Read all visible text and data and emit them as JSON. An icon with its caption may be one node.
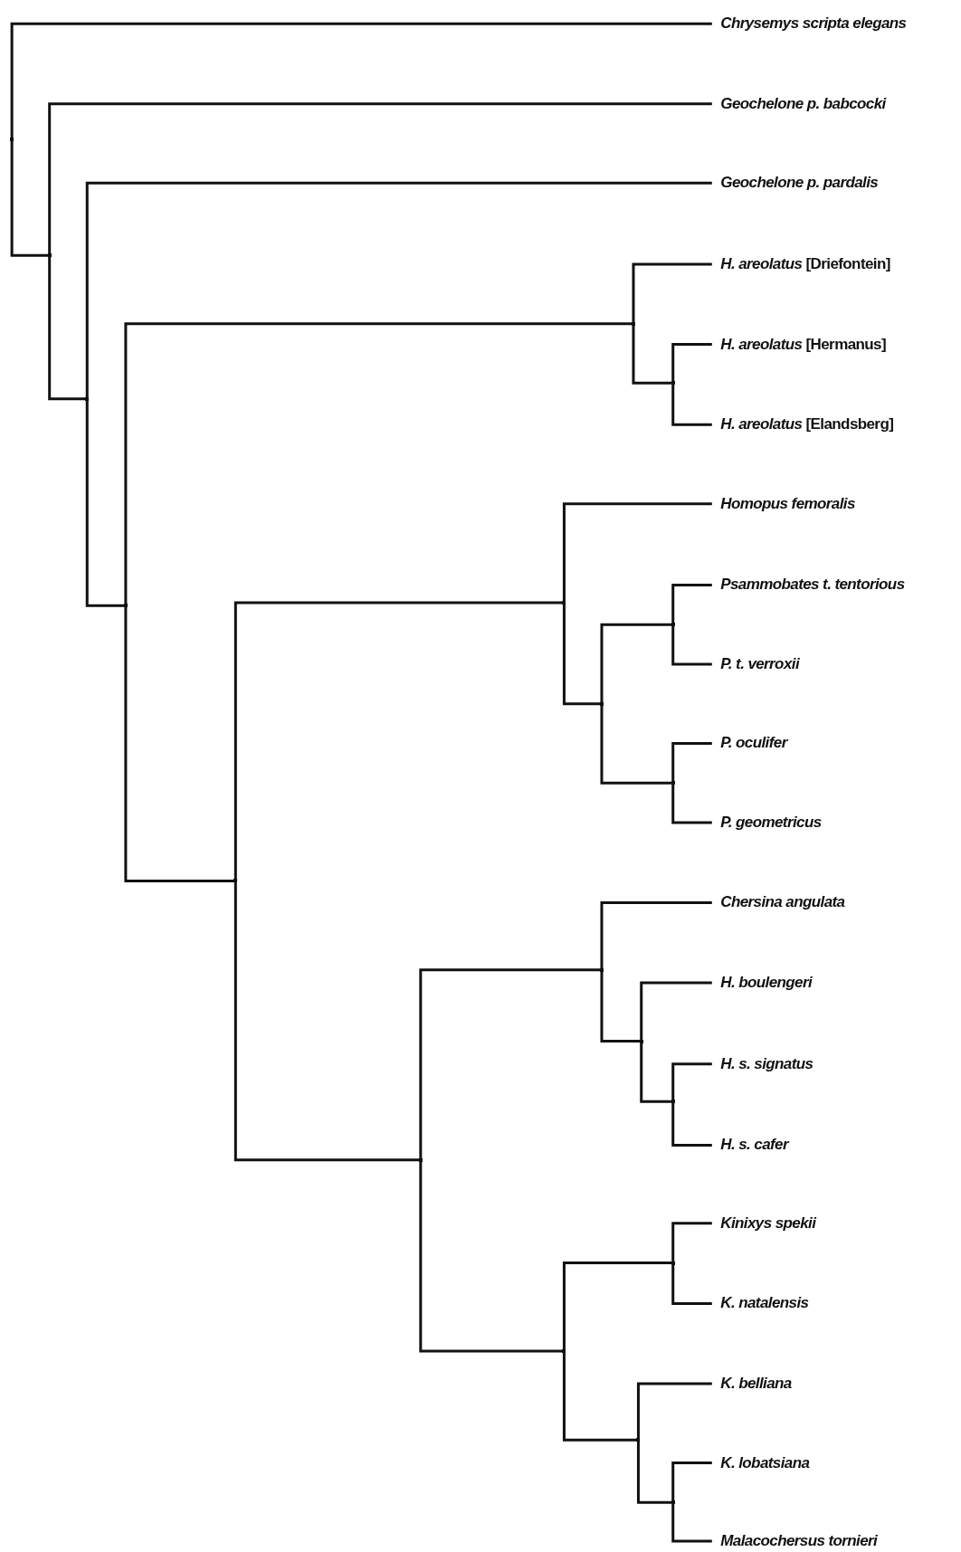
{
  "diagram": {
    "nodes": [
      {
        "text": [
          "Chrysemys scripta elegans"
        ]
      },
      {
        "text": [
          "Geochelone p. babcocki"
        ]
      },
      {
        "text": [
          "Geochelone p. pardalis"
        ]
      },
      {
        "text": [
          "*H. areolatus* [Driefontein]"
        ]
      },
      {
        "text": [
          "*H. areolatus* [Hermanus]"
        ]
      },
      {
        "text": [
          "*H. areolatus* [Elandsberg]"
        ]
      },
      {
        "text": [
          "Homopus femoralis"
        ]
      },
      {
        "text": [
          "Psammobates t. tentorious"
        ]
      },
      {
        "text": [
          "P. t. verroxii"
        ]
      },
      {
        "text": [
          "P. oculifer"
        ]
      },
      {
        "text": [
          "P. geometricus"
        ]
      },
      {
        "text": [
          "Chersina angulata"
        ]
      },
      {
        "text": [
          "H. boulengeri"
        ]
      },
      {
        "text": [
          "H. s. signatus"
        ]
      },
      {
        "text": [
          "H. s. cafer"
        ]
      },
      {
        "text": [
          "Kinixys spekii"
        ]
      },
      {
        "text": [
          "K. natalensis"
        ]
      },
      {
        "text": [
          "K. belliana"
        ]
      },
      {
        "text": [
          "K. lobatsiana"
        ]
      },
      {
        "text": [
          "Malacochersus tornieri"
        ]
      },
      {
        "text": [],
        "shape": "point"
      },
      {
        "text": [],
        "shape": "point"
      },
      {
        "text": [],
        "shape": "point"
      },
      {
        "text": [],
        "shape": "point"
      },
      {
        "text": [],
        "shape": "point"
      },
      {
        "text": [],
        "shape": "point"
      },
      {
        "text": [],
        "shape": "point"
      },
      {
        "text": [],
        "shape": "point"
      },
      {
        "text": [],
        "shape": "point"
      },
      {
        "text": [],
        "shape": "point"
      },
      {
        "text": [],
        "shape": "point"
      },
      {
        "text": [],
        "shape": "point"
      },
      {
        "text": [],
        "shape": "point"
      },
      {
        "text": [],
        "shape": "point"
      },
      {
        "text": [],
        "shape": "point"
      },
      {
        "text": [],
        "shape": "point"
      },
      {
        "text": [],
        "shape": "point"
      },
      {
        "text": [],
        "shape": "point"
      },
      {
        "text": [],
        "shape": "point"
      }
    ],
    "edges": [
      {
        "from": 20,
        "to": 0,
        "arrow": "none"
      },
      {
        "from": 20,
        "to": 21,
        "arrow": "none"
      },
      {
        "from": 21,
        "to": 1,
        "arrow": "none"
      },
      {
        "from": 21,
        "to": 22,
        "arrow": "none"
      },
      {
        "from": 22,
        "to": 2,
        "arrow": "none"
      },
      {
        "from": 22,
        "to": 23,
        "arrow": "none"
      },
      {
        "from": 23,
        "to": 24,
        "arrow": "none"
      },
      {
        "from": 23,
        "to": 26,
        "arrow": "none"
      },
      {
        "from": 24,
        "to": 3,
        "arrow": "none"
      },
      {
        "from": 24,
        "to": 25,
        "arrow": "none"
      },
      {
        "from": 25,
        "to": 4,
        "arrow": "none"
      },
      {
        "from": 25,
        "to": 5,
        "arrow": "none"
      },
      {
        "from": 26,
        "to": 27,
        "arrow": "none"
      },
      {
        "from": 26,
        "to": 31,
        "arrow": "none"
      },
      {
        "from": 27,
        "to": 6,
        "arrow": "none"
      },
      {
        "from": 27,
        "to": 28,
        "arrow": "none"
      },
      {
        "from": 28,
        "to": 29,
        "arrow": "none"
      },
      {
        "from": 28,
        "to": 30,
        "arrow": "none"
      },
      {
        "from": 29,
        "to": 7,
        "arrow": "none"
      },
      {
        "from": 29,
        "to": 8,
        "arrow": "none"
      },
      {
        "from": 30,
        "to": 9,
        "arrow": "none"
      },
      {
        "from": 30,
        "to": 10,
        "arrow": "none"
      },
      {
        "from": 31,
        "to": 32,
        "arrow": "none"
      },
      {
        "from": 31,
        "to": 35,
        "arrow": "none"
      },
      {
        "from": 32,
        "to": 11,
        "arrow": "none"
      },
      {
        "from": 32,
        "to": 33,
        "arrow": "none"
      },
      {
        "from": 33,
        "to": 12,
        "arrow": "none"
      },
      {
        "from": 33,
        "to": 34,
        "arrow": "none"
      },
      {
        "from": 34,
        "to": 13,
        "arrow": "none"
      },
      {
        "from": 34,
        "to": 14,
        "arrow": "none"
      },
      {
        "from": 35,
        "to": 36,
        "arrow": "none"
      },
      {
        "from": 35,
        "to": 37,
        "arrow": "none"
      },
      {
        "from": 36,
        "to": 15,
        "arrow": "none"
      },
      {
        "from": 36,
        "to": 16,
        "arrow": "none"
      },
      {
        "from": 37,
        "to": 17,
        "arrow": "none"
      },
      {
        "from": 37,
        "to": 38,
        "arrow": "none"
      },
      {
        "from": 38,
        "to": 18,
        "arrow": "none"
      },
      {
        "from": 38,
        "to": 19,
        "arrow": "none"
      }
    ]
  }
}
